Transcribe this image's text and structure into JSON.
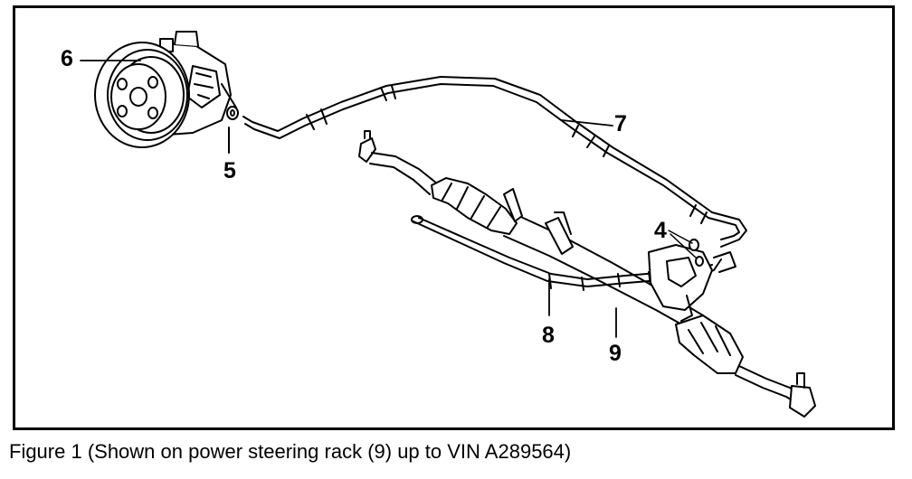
{
  "figure": {
    "callouts": {
      "c4": "4",
      "c5": "5",
      "c6": "6",
      "c7": "7",
      "c8": "8",
      "c9": "9"
    },
    "caption": "Figure 1 (Shown on power steering rack (9) up to VIN A289564)"
  }
}
